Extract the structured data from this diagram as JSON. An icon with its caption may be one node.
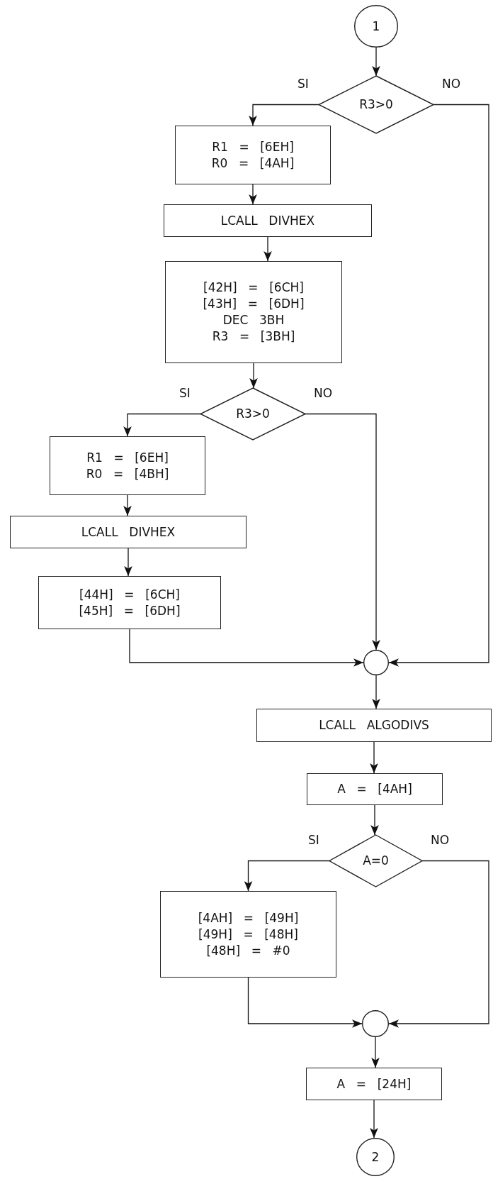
{
  "diagram": {
    "nodes": [
      {
        "text": [
          "1"
        ]
      },
      {
        "text": [
          "R3>0"
        ]
      },
      {
        "text": [
          "R1 = [6EH]",
          "R0 = [4AH]"
        ]
      },
      {
        "text": [
          "LCALL DIVHEX"
        ]
      },
      {
        "text": [
          "[42H] = [6CH]",
          "[43H] = [6DH]",
          "DEC 3BH",
          "R3 = [3BH]"
        ]
      },
      {
        "text": [
          "R3>0"
        ]
      },
      {
        "text": [
          "R1 = [6EH]",
          "R0 = [4BH]"
        ]
      },
      {
        "text": [
          "LCALL DIVHEX"
        ]
      },
      {
        "text": [
          "[44H] = [6CH]",
          "[45H] = [6DH]"
        ]
      },
      {
        "text": [],
        "shape": "circle"
      },
      {
        "text": [
          "LCALL ALGODIVS"
        ]
      },
      {
        "text": [
          "A = [4AH]"
        ]
      },
      {
        "text": [
          "A=0"
        ]
      },
      {
        "text": [
          "[4AH] = [49H]",
          "[49H] = [48H]",
          "[48H] = #0"
        ]
      },
      {
        "text": [],
        "shape": "circle"
      },
      {
        "text": [
          "A = [24H]"
        ]
      },
      {
        "text": [
          "2"
        ]
      }
    ],
    "edges": [
      {
        "from": 0,
        "to": 1,
        "arrow": "to"
      },
      {
        "from": 1,
        "to": 2,
        "arrow": "to",
        "label": "SI"
      },
      {
        "from": 1,
        "to": 9,
        "arrow": "to",
        "label": "NO"
      },
      {
        "from": 2,
        "to": 3,
        "arrow": "to"
      },
      {
        "from": 3,
        "to": 4,
        "arrow": "to"
      },
      {
        "from": 4,
        "to": 5,
        "arrow": "to"
      },
      {
        "from": 5,
        "to": 6,
        "arrow": "to",
        "label": "SI"
      },
      {
        "from": 5,
        "to": 9,
        "arrow": "to",
        "label": "NO"
      },
      {
        "from": 6,
        "to": 7,
        "arrow": "to"
      },
      {
        "from": 7,
        "to": 8,
        "arrow": "to"
      },
      {
        "from": 8,
        "to": 9,
        "arrow": "to"
      },
      {
        "from": 9,
        "to": 10,
        "arrow": "to"
      },
      {
        "from": 10,
        "to": 11,
        "arrow": "to"
      },
      {
        "from": 11,
        "to": 12,
        "arrow": "to"
      },
      {
        "from": 12,
        "to": 13,
        "arrow": "to",
        "label": "SI"
      },
      {
        "from": 12,
        "to": 14,
        "arrow": "to",
        "label": "NO"
      },
      {
        "from": 13,
        "to": 14,
        "arrow": "to"
      },
      {
        "from": 14,
        "to": 15,
        "arrow": "to"
      },
      {
        "from": 15,
        "to": 16,
        "arrow": "to"
      }
    ]
  }
}
